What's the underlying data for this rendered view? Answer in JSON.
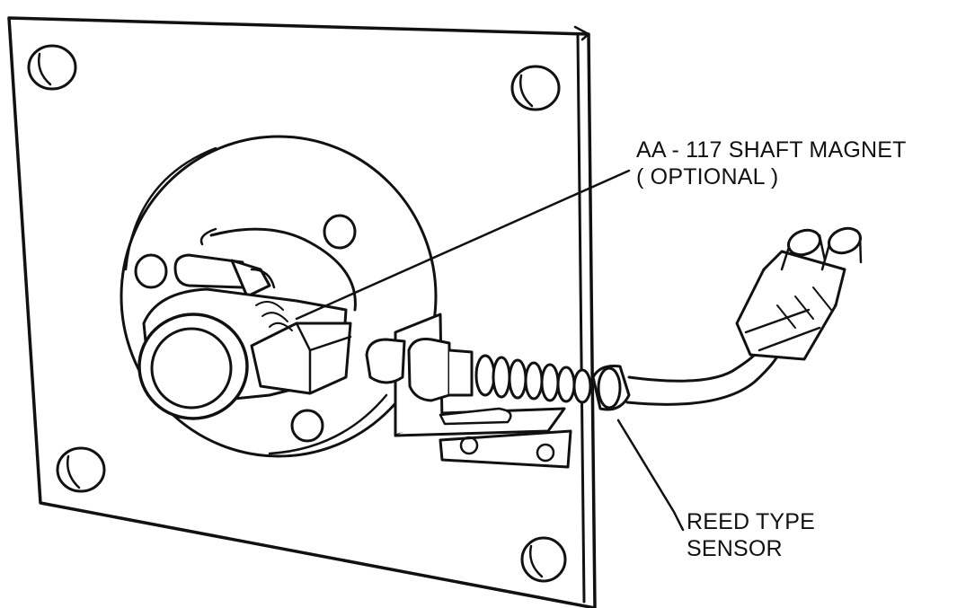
{
  "callouts": {
    "shaft_magnet": {
      "line1": "AA - 117 SHAFT MAGNET",
      "line2": "( OPTIONAL )"
    },
    "reed_sensor": {
      "line1": "REED TYPE",
      "line2": "SENSOR"
    }
  },
  "colors": {
    "ink": "#111111",
    "paper": "#ffffff"
  },
  "icons": {
    "connector": "twin-pin-connector"
  }
}
